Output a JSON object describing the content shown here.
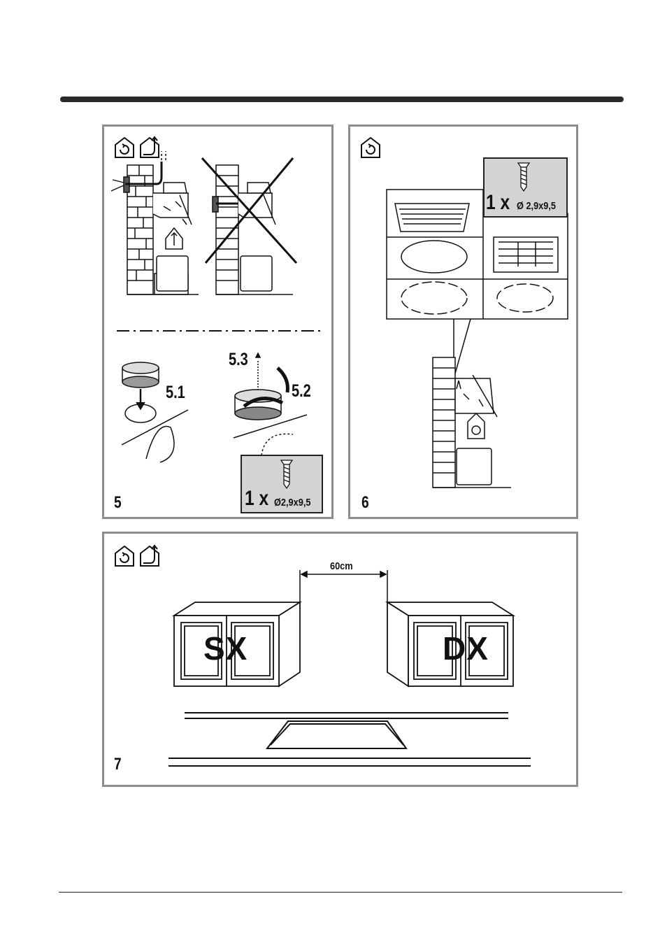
{
  "figures": {
    "fig5": {
      "number": "5",
      "steps": {
        "s1": "5.1",
        "s2": "5.2",
        "s3": "5.3"
      },
      "screw": {
        "qty": "1 x",
        "spec": "Ø2,9x9,5"
      },
      "icons": [
        "recirculation-house-icon",
        "extraction-house-icon"
      ]
    },
    "fig6": {
      "number": "6",
      "screw": {
        "qty": "1 x",
        "spec": "Ø 2,9x9,5"
      },
      "icons": [
        "recirculation-house-icon"
      ]
    },
    "fig7": {
      "number": "7",
      "distance": "60cm",
      "cabinet_left": "SX",
      "cabinet_right": "DX",
      "icons": [
        "recirculation-house-icon",
        "extraction-house-icon"
      ]
    }
  },
  "colors": {
    "panel_border": "#8d8d8d",
    "screw_box": "#d4d4d4",
    "rule": "#2a2a2a"
  }
}
